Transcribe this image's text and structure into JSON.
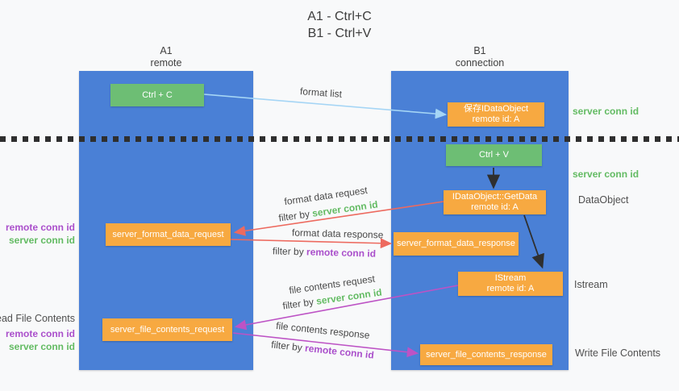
{
  "title": {
    "line1": "A1 - Ctrl+C",
    "line2": "B1 - Ctrl+V"
  },
  "lifelines": {
    "a1": {
      "name": "A1",
      "subtitle": "remote"
    },
    "b1": {
      "name": "B1",
      "subtitle": "connection"
    }
  },
  "nodes": {
    "ctrl_c": {
      "label": "Ctrl + C"
    },
    "save_idataobject": {
      "line1": "保存IDataObject",
      "line2": "remote id: A"
    },
    "ctrl_v": {
      "label": "Ctrl + V"
    },
    "idataobject_getdata": {
      "line1": "IDataObject::GetData",
      "line2": "remote id: A"
    },
    "server_format_data_request": {
      "label": "server_format_data_request"
    },
    "server_format_data_response": {
      "label": "server_format_data_response"
    },
    "istream": {
      "line1": "IStream",
      "line2": "remote id: A"
    },
    "server_file_contents_request": {
      "label": "server_file_contents_request"
    },
    "server_file_contents_response": {
      "label": "server_file_contents_response"
    }
  },
  "arrow_labels": {
    "format_list": "format list",
    "format_data_request": "format data request",
    "format_data_request_filter_prefix": "filter by ",
    "format_data_request_filter_id": "server conn id",
    "format_data_response": "format data response",
    "format_data_response_filter_prefix": "filter by ",
    "format_data_response_filter_id": "remote conn id",
    "file_contents_request": "file contents request",
    "file_contents_request_filter_prefix": "filter by ",
    "file_contents_request_filter_id": "server conn id",
    "file_contents_response": "file contents response",
    "file_contents_response_filter_prefix": "filter by ",
    "file_contents_response_filter_id": "remote conn id"
  },
  "side_labels": {
    "left_format": {
      "remote_conn": "remote conn id",
      "server_conn": "server conn id"
    },
    "left_file": {
      "title": "Read File Contents",
      "remote_conn": "remote conn id",
      "server_conn": "server conn id"
    },
    "right": {
      "server_conn_top": "server conn id",
      "server_conn_mid": "server conn id",
      "dataobject": "DataObject",
      "istream": "Istream",
      "write_file": "Write File Contents"
    }
  },
  "colors": {
    "lifeline_blue": "#4a80d6",
    "node_green": "#6dbe74",
    "node_orange": "#f7a941",
    "arrow_lightblue": "#a5d5f5",
    "arrow_red": "#ed6a5f",
    "arrow_purple": "#bd53c5",
    "arrow_black": "#2f2f2f",
    "text_green": "#63bb63",
    "text_purple": "#aa4fcb"
  }
}
